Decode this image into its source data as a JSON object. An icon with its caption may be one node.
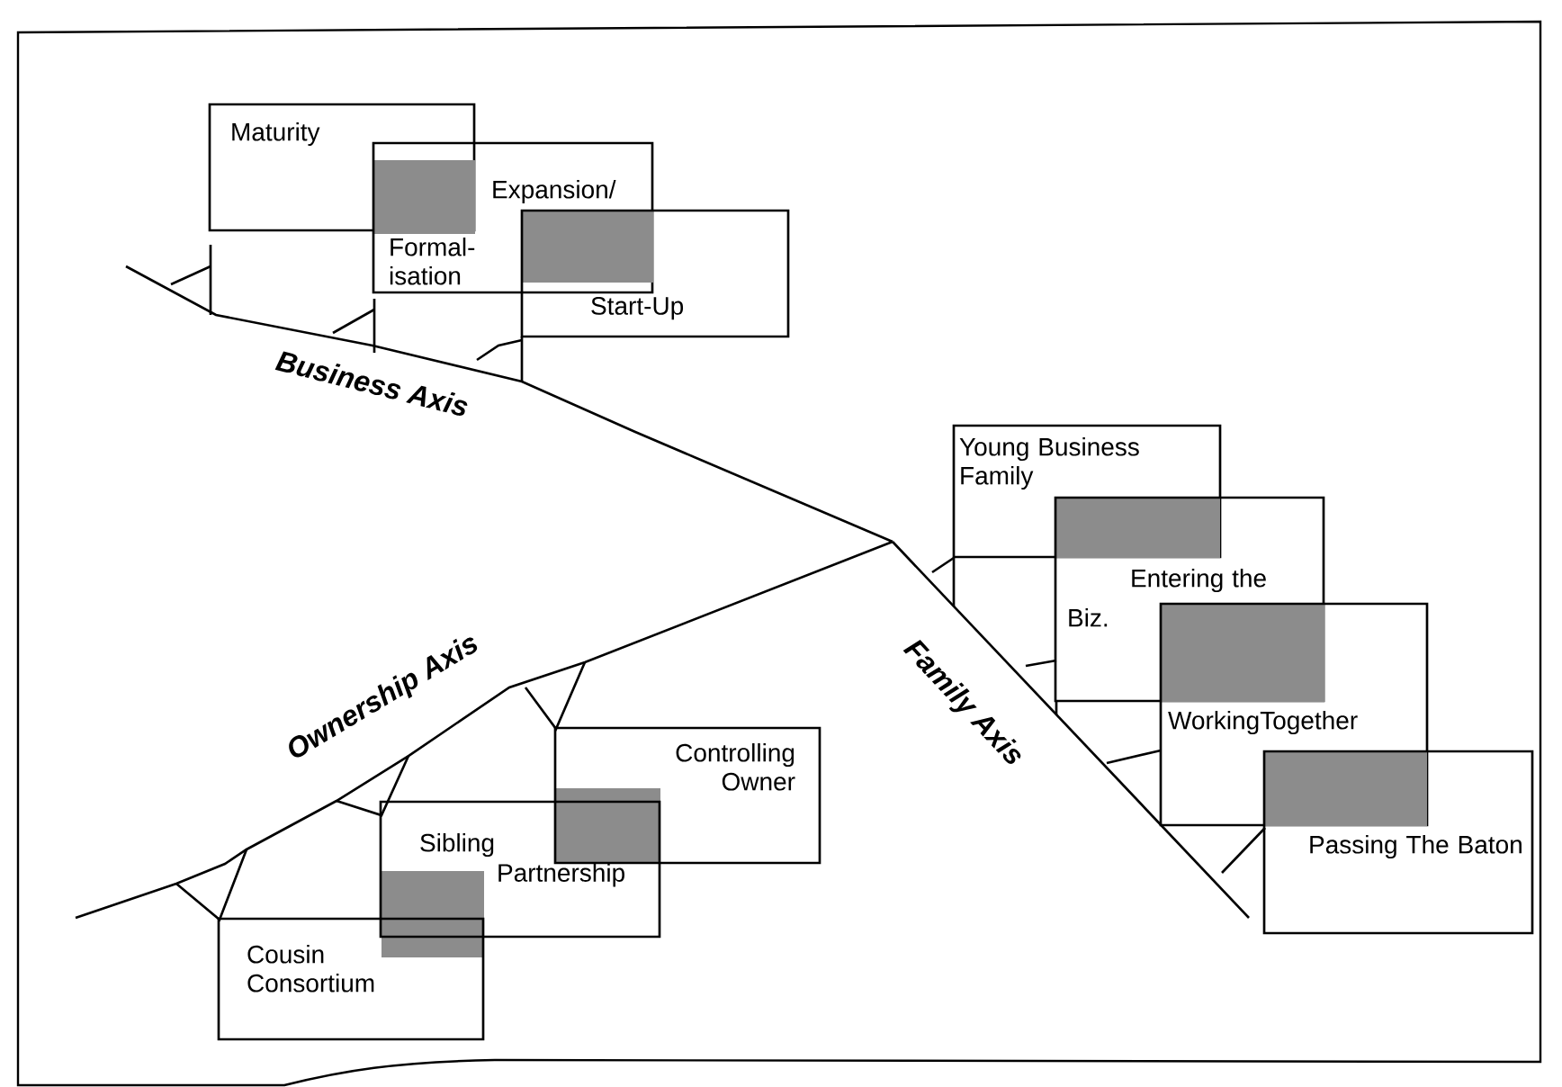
{
  "diagram": {
    "nodes": [
      {
        "text": [
          "Maturity"
        ]
      },
      {
        "text": [
          "Expansion/",
          "Formal- isation"
        ]
      },
      {
        "text": [
          "Start-Up"
        ]
      },
      {
        "text": [
          "Young Business Family"
        ]
      },
      {
        "text": [
          "Entering the",
          "Biz."
        ]
      },
      {
        "text": [
          "WorkingTogether"
        ]
      },
      {
        "text": [
          "Passing The Baton"
        ]
      },
      {
        "text": [
          "Controlling Owner"
        ]
      },
      {
        "text": [
          "Sibling Partnership"
        ]
      },
      {
        "text": [
          "Cousin Consortium"
        ]
      }
    ],
    "labels": [
      "Business Axis",
      "Family Axis",
      "Ownership Axis"
    ]
  }
}
